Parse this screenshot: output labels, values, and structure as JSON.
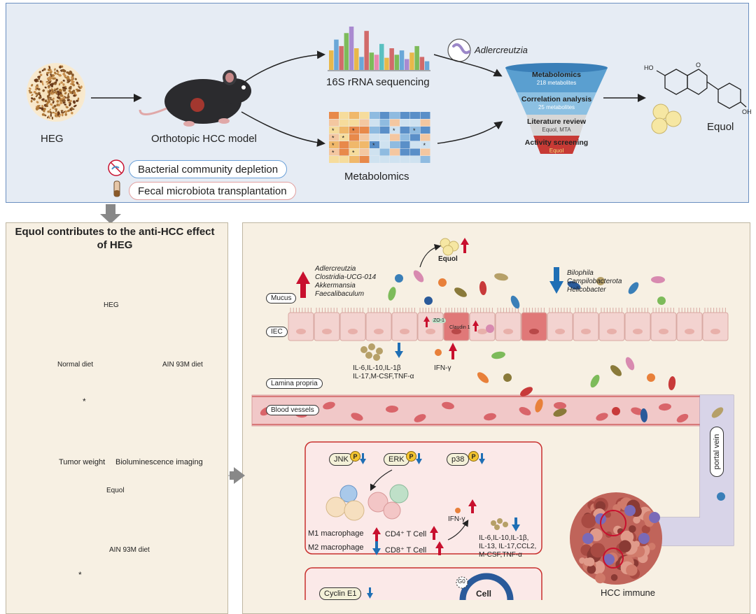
{
  "top": {
    "heg_label": "HEG",
    "model_label": "Orthotopic HCC model",
    "seq_label": "16S rRNA sequencing",
    "metab_label": "Metabolomics",
    "bacterium_label": "Adlercreutzia",
    "depletion_label": "Bacterial community depletion",
    "fmt_label": "Fecal microbiota transplantation",
    "funnel": [
      {
        "title": "Metabolomics",
        "sub": "218 metabolites",
        "color": "#5a9fd0"
      },
      {
        "title": "Correlation analysis",
        "sub": "25 metabolites",
        "color": "#8cc0e2"
      },
      {
        "title": "Literature review",
        "sub": "Equol, MTA",
        "color": "#d7d7d7"
      },
      {
        "title": "Activity screening",
        "sub": "Equol",
        "color": "#c73a35"
      }
    ],
    "equol_label": "Equol",
    "bar_colors": [
      "#e8b84a",
      "#6aa7d8",
      "#d16a6a",
      "#7dbb5a",
      "#a98ad0",
      "#e8b84a",
      "#6aa7d8",
      "#d16a6a",
      "#7dbb5a",
      "#e88ab0",
      "#5ac0c0",
      "#e8b84a",
      "#d16a6a",
      "#7dbb5a",
      "#6aa7d8",
      "#a98ad0",
      "#e8b84a",
      "#7dbb5a",
      "#d16a6a",
      "#6aa7d8"
    ],
    "bar_values": [
      0.45,
      0.7,
      0.55,
      0.85,
      1.0,
      0.5,
      0.3,
      0.9,
      0.4,
      0.35,
      0.6,
      0.28,
      0.5,
      0.35,
      0.45,
      0.25,
      0.4,
      0.55,
      0.3,
      0.2
    ]
  },
  "left": {
    "title": "Equol contributes to the anti-HCC effect of HEG",
    "heg_label": "HEG",
    "normal_diet": "Normal diet",
    "ain_diet": "AIN 93M diet",
    "tumor_weight": "Tumor weight",
    "biolum": "Bioluminescence imaging",
    "equol": "Equol",
    "ain_diet2": "AIN 93M diet",
    "sig_mark": "*"
  },
  "right": {
    "equol": "Equol",
    "up_bacteria": [
      "Adlercreutzia",
      "Clostridia-UCG-014",
      "Akkermansia",
      "Faecalibaculum"
    ],
    "down_bacteria": [
      "Bilophila",
      "Campilobacterota",
      "Helicobacter"
    ],
    "mucus": "Mucus",
    "iec": "IEC",
    "zo1": "ZO-1",
    "claudin": "Claudin 1",
    "cytokines_line1": "IL-6,IL-10,IL-1β",
    "cytokines_line2": "IL-17,M-CSF,TNF-α",
    "ifn": "IFN-γ",
    "lamina": "Lamina propria",
    "blood": "Blood vessels",
    "portal": "portal vein",
    "jnk": "JNK",
    "erk": "ERK",
    "p38": "p38",
    "p": "P",
    "m1": "M1 macrophage",
    "m2": "M2 macrophage",
    "cd4": "CD4⁺ T Cell",
    "cd8": "CD8⁺ T Cell",
    "ifn2": "IFN-γ",
    "cyto2_line1": "IL-6,IL-10,IL-1β,",
    "cyto2_line2": "IL-13, IL-17,CCL2,",
    "cyto2_line3": "M-CSF,TNF-α",
    "cyclin": "Cyclin E1",
    "g0": "G0",
    "cell": "Cell",
    "hcc_immune": "HCC immune",
    "up_color": "#c8102e",
    "down_color": "#1f6fb5"
  }
}
